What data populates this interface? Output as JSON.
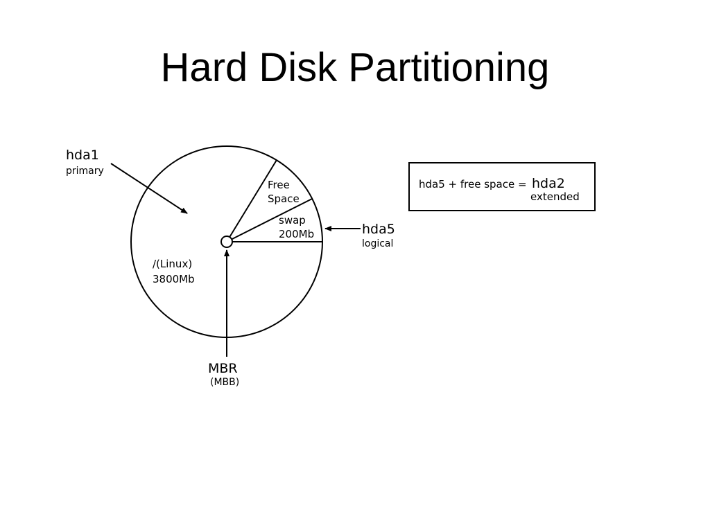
{
  "slide": {
    "title": "Hard Disk Partitioning"
  },
  "disk": {
    "linux_partition": {
      "name": "/(Linux)",
      "size": "3800Mb"
    },
    "free_space": {
      "line1": "Free",
      "line2": "Space"
    },
    "swap_partition": {
      "name": "swap",
      "size": "200Mb"
    }
  },
  "callouts": {
    "hda1": {
      "label": "hda1",
      "type": "primary"
    },
    "hda5": {
      "label": "hda5",
      "type": "logical"
    },
    "mbr": {
      "label": "MBR",
      "alt": "(MBB)"
    }
  },
  "equation": {
    "lhs": "hda5 + free space =",
    "result": "hda2",
    "result_type": "extended"
  },
  "colors": {
    "stroke": "#000000",
    "background": "#ffffff"
  }
}
